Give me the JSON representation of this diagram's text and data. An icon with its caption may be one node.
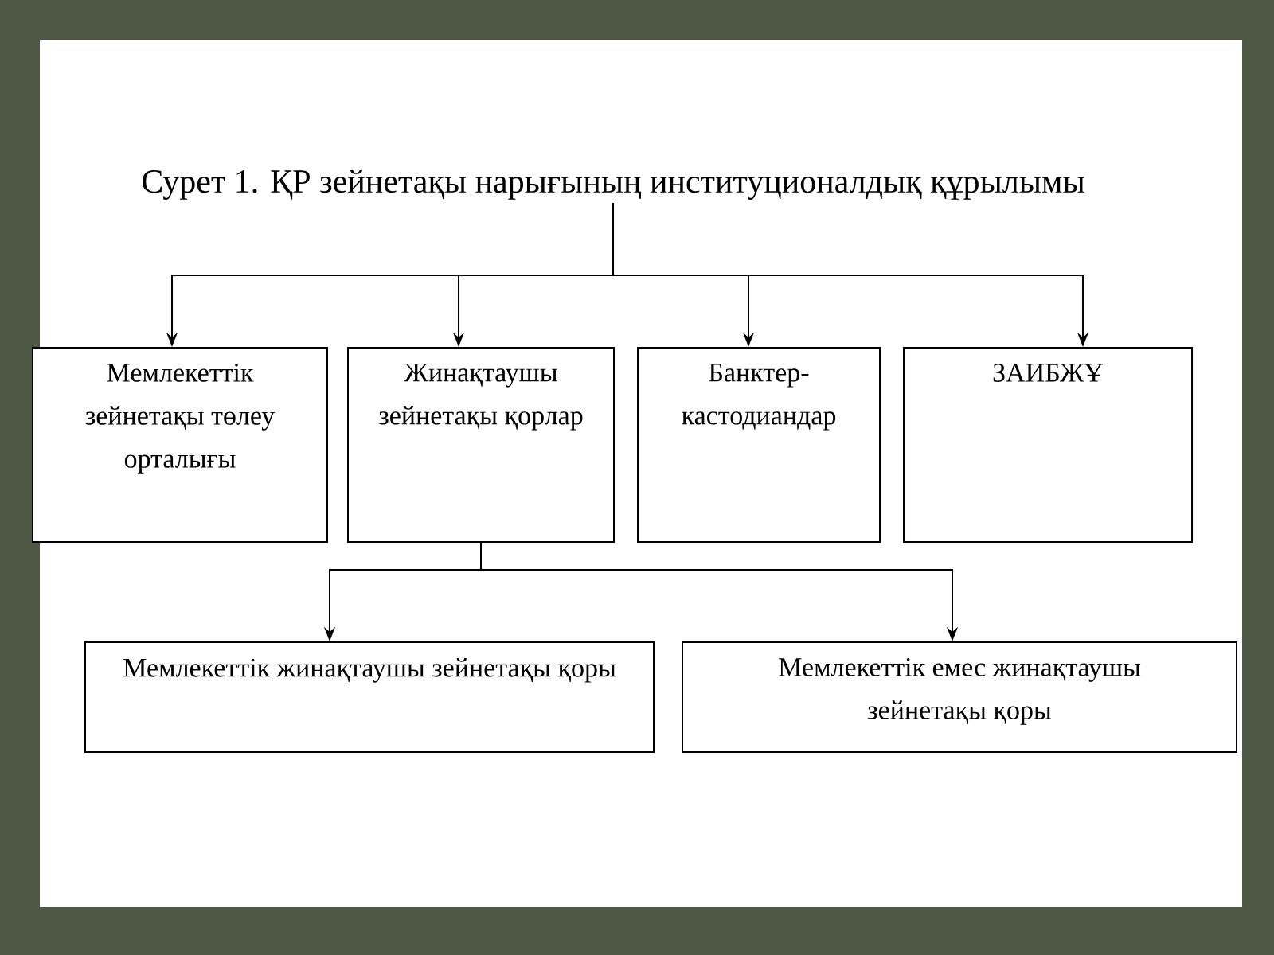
{
  "diagram": {
    "nodes": [
      {
        "text": [
          "Сурет 1. ҚР зейнетақы нарығының институционалдық құрылымы"
        ]
      },
      {
        "text": [
          "Мемлекеттік зейнетақы төлеу орталығы"
        ]
      },
      {
        "text": [
          "Жинақтаушы зейнетақы қорлар"
        ]
      },
      {
        "text": [
          "Банктер-кастодиандар"
        ]
      },
      {
        "text": [
          "ЗАИБЖҰ"
        ]
      },
      {
        "text": [
          "Мемлекеттік жинақтаушы зейнетақы қоры"
        ]
      },
      {
        "text": [
          "Мемлекеттік емес жинақтаушы зейнетақы қоры"
        ]
      }
    ],
    "edges": [
      {
        "from": 0,
        "to": 1,
        "arrow": "to"
      },
      {
        "from": 0,
        "to": 2,
        "arrow": "to"
      },
      {
        "from": 0,
        "to": 3,
        "arrow": "to"
      },
      {
        "from": 0,
        "to": 4,
        "arrow": "to"
      },
      {
        "from": 2,
        "to": 5,
        "arrow": "to"
      },
      {
        "from": 2,
        "to": 6,
        "arrow": "to"
      }
    ]
  }
}
